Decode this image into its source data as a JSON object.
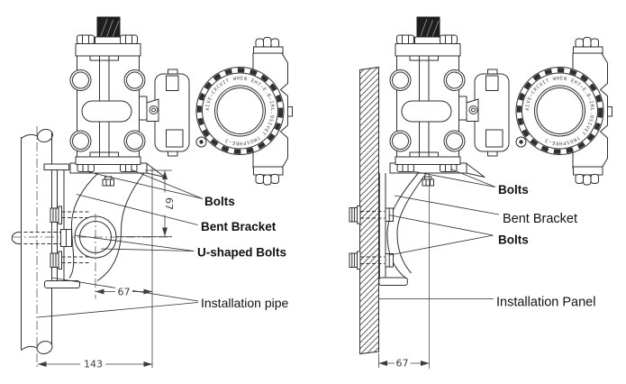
{
  "colors": {
    "line": "#2f2f2f",
    "dim_text": "#3d3d3d",
    "background": "#ffffff"
  },
  "transmitter": {
    "cover_ring_text": "AIVE—CRCUIT WHEN EHT—E.B—IRL.OSIVET TMOSPHRE—3"
  },
  "pipe_mount": {
    "labels": {
      "bolts": "Bolts",
      "bent_bracket": "Bent Bracket",
      "u_shaped_bolts": "U-shaped Bolts",
      "installation_pipe": "Installation pipe"
    },
    "dimensions": {
      "bracket_hole_offset": "67",
      "hole_to_axis": "67",
      "overall_width": "143"
    }
  },
  "panel_mount": {
    "labels": {
      "bolts_flange": "Bolts",
      "bent_bracket": "Bent Bracket",
      "bolts_panel": "Bolts",
      "installation_panel": "Installation Panel"
    },
    "dimensions": {
      "panel_to_axis": "67"
    }
  }
}
